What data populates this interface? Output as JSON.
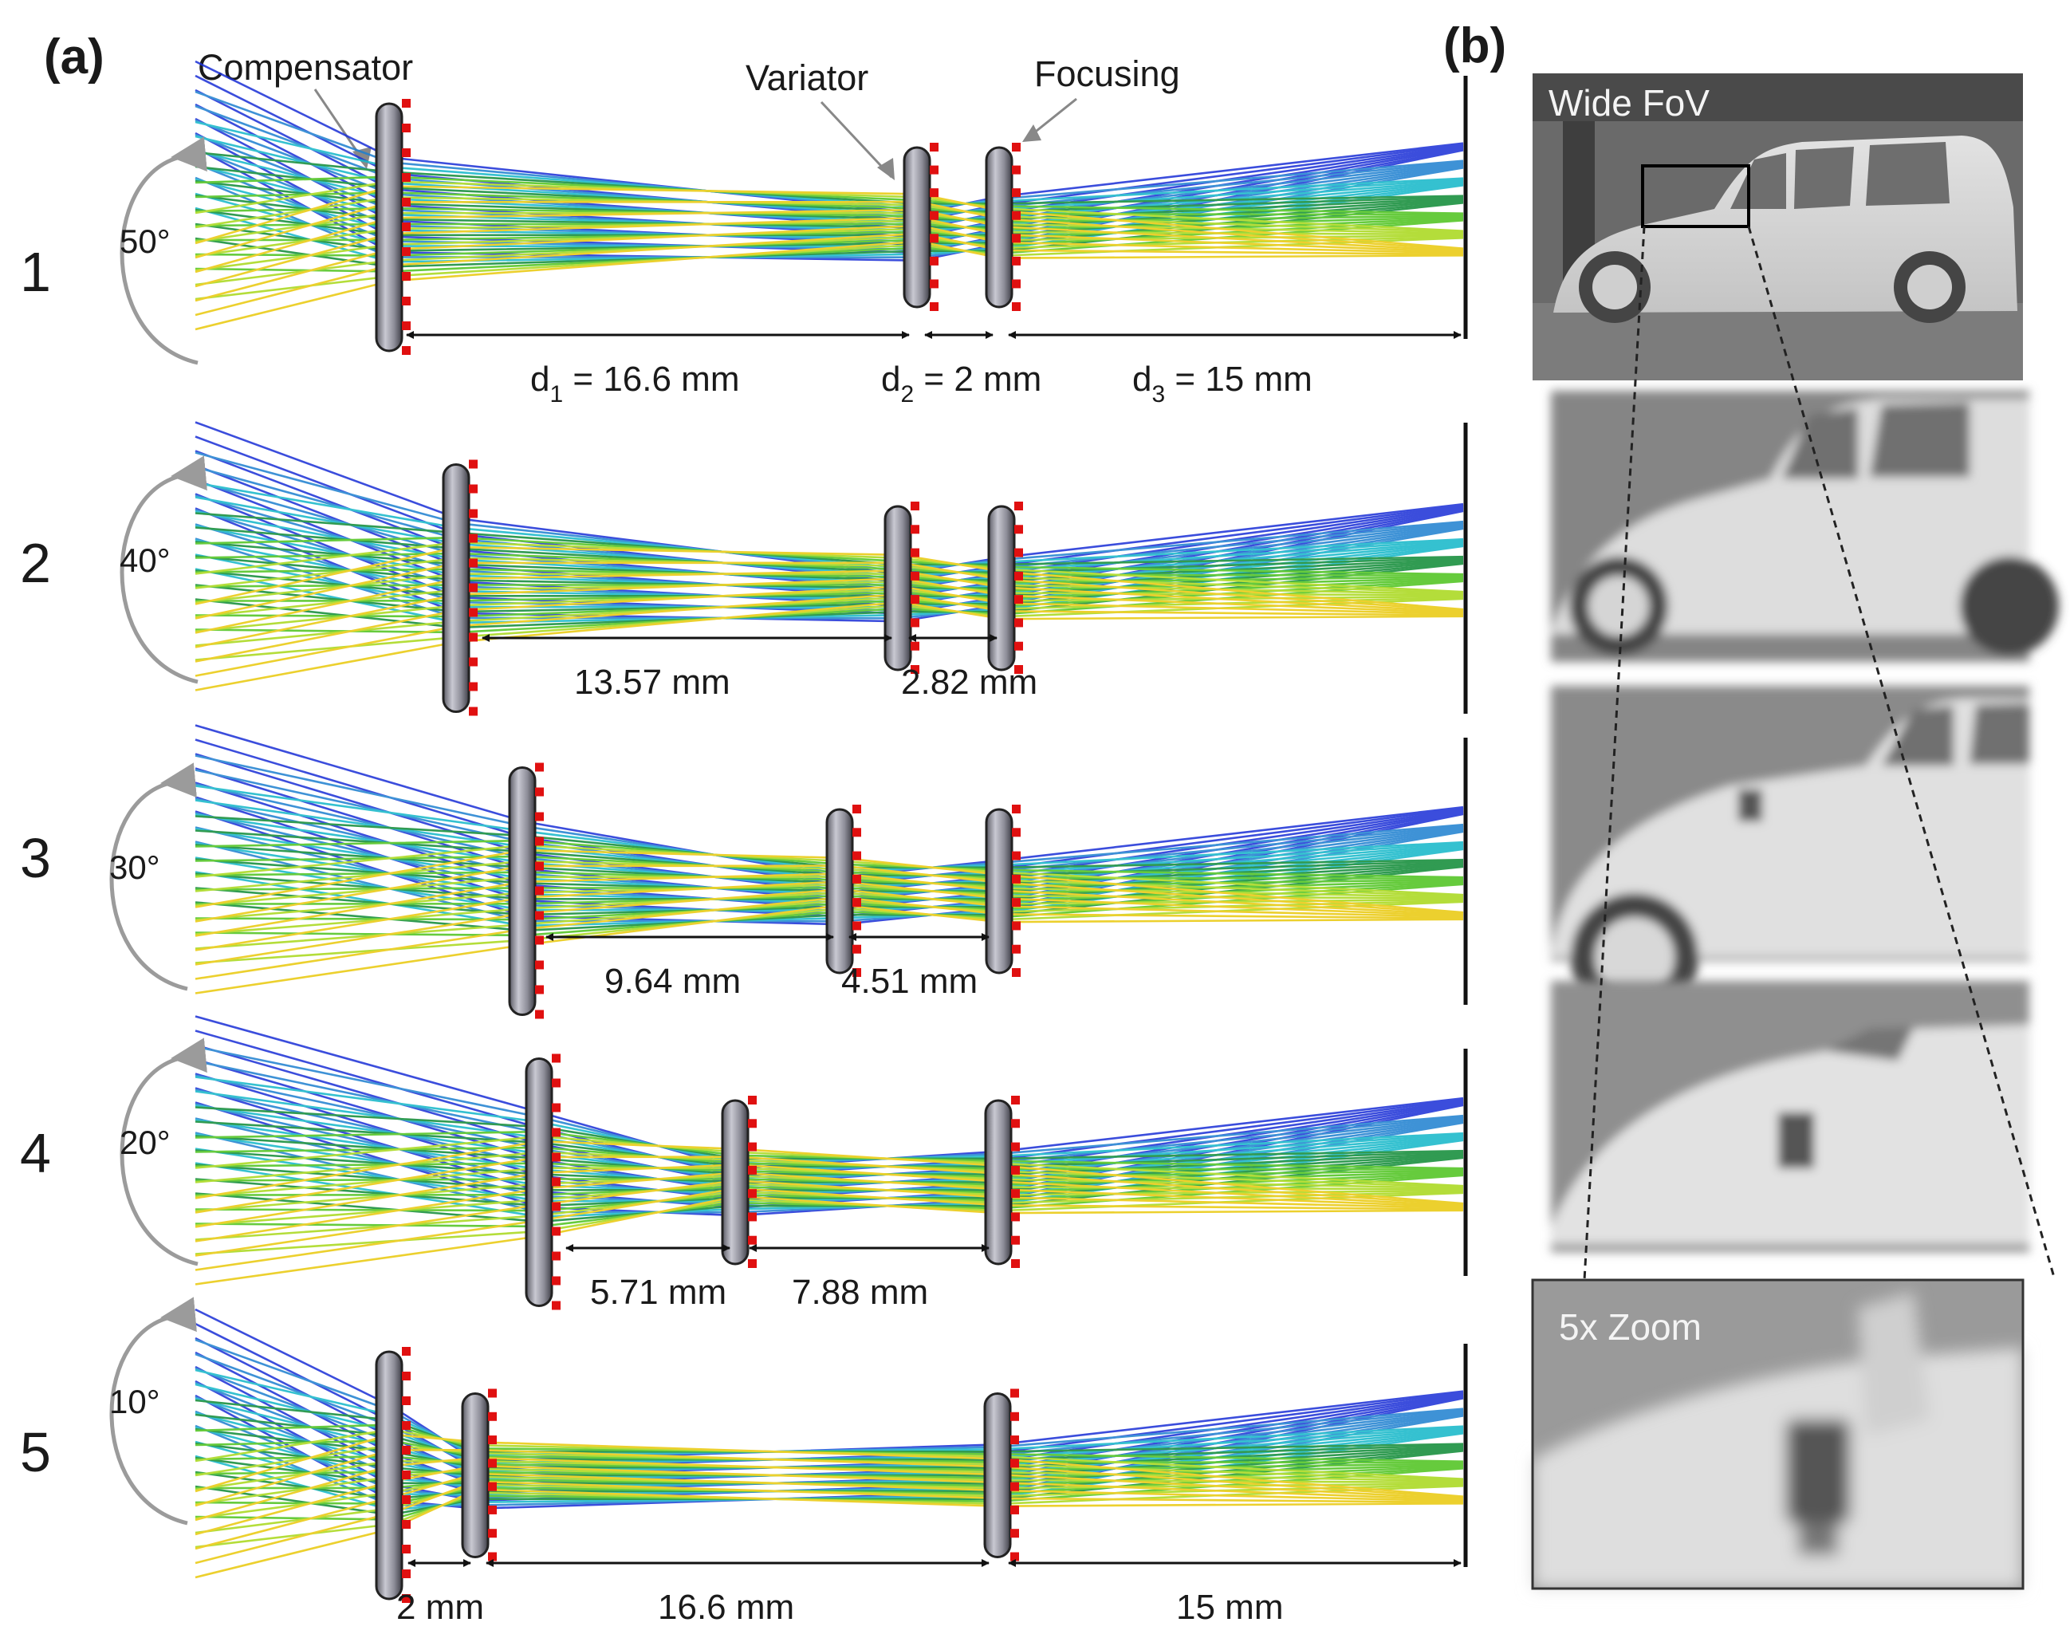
{
  "panel_a_label": "(a)",
  "panel_b_label": "(b)",
  "component_labels": {
    "compensator": "Compensator",
    "variator": "Variator",
    "focusing": "Focusing"
  },
  "configs": [
    {
      "number": "1",
      "angle": "50°",
      "dims": [
        {
          "base": "d",
          "sub": "1",
          "rest": " = 16.6 mm"
        },
        {
          "base": "d",
          "sub": "2",
          "rest": " = 2 mm"
        },
        {
          "base": "d",
          "sub": "3",
          "rest": " = 15 mm"
        }
      ]
    },
    {
      "number": "2",
      "angle": "40°",
      "dims": [
        {
          "base": "13.57 mm"
        },
        {
          "base": "2.82 mm"
        }
      ]
    },
    {
      "number": "3",
      "angle": "30°",
      "dims": [
        {
          "base": "9.64 mm"
        },
        {
          "base": "4.51 mm"
        }
      ]
    },
    {
      "number": "4",
      "angle": "20°",
      "dims": [
        {
          "base": "5.71 mm"
        },
        {
          "base": "7.88 mm"
        }
      ]
    },
    {
      "number": "5",
      "angle": "10°",
      "dims": [
        {
          "base": "2 mm"
        },
        {
          "base": "16.6 mm"
        },
        {
          "base": "15 mm"
        }
      ]
    }
  ],
  "photos": {
    "wide_label": "Wide FoV",
    "zoom_label": "5x Zoom"
  },
  "ray_colors": [
    "#1a2fd6",
    "#1d7fd0",
    "#12b7c8",
    "#0e8a35",
    "#4cc21c",
    "#a8d818",
    "#e9c80a"
  ]
}
